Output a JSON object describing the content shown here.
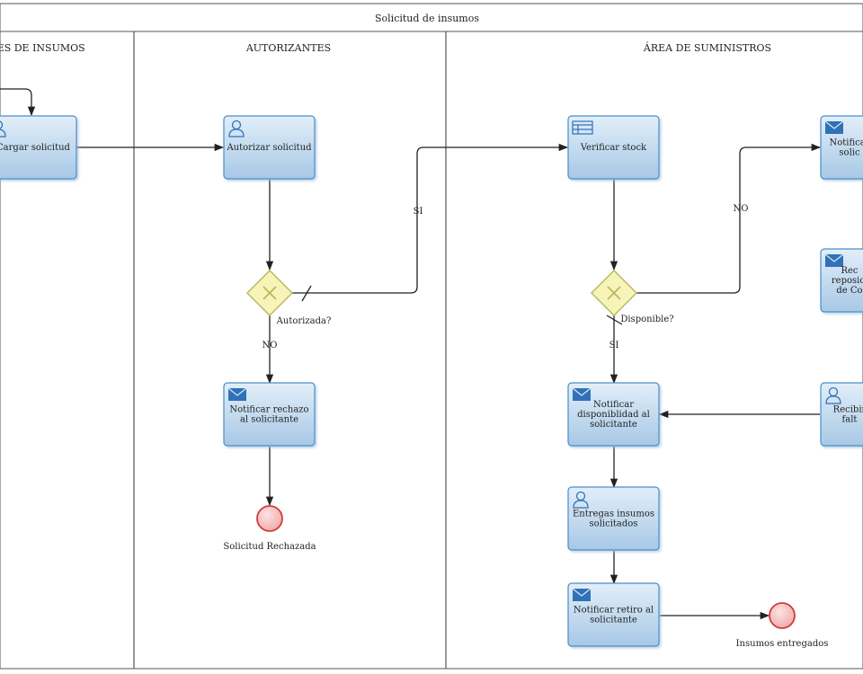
{
  "pool": {
    "title": "Solicitud de insumos"
  },
  "lanes": [
    {
      "id": "lane-solicitantes",
      "label": "TES DE INSUMOS"
    },
    {
      "id": "lane-autorizantes",
      "label": "AUTORIZANTES"
    },
    {
      "id": "lane-suministros",
      "label": "ÁREA DE SUMINISTROS"
    }
  ],
  "tasks": [
    {
      "id": "cargar-solicitud",
      "kind": "user",
      "lines": [
        "Cargar solicitud"
      ]
    },
    {
      "id": "autorizar-solicitud",
      "kind": "user",
      "lines": [
        "Autorizar solicitud"
      ]
    },
    {
      "id": "notificar-rechazo",
      "kind": "message",
      "lines": [
        "Notificar rechazo",
        "al solicitante"
      ]
    },
    {
      "id": "verificar-stock",
      "kind": "table",
      "lines": [
        "Verificar stock"
      ]
    },
    {
      "id": "notificar-solicitud",
      "kind": "message",
      "lines": [
        "Notificar",
        "solic"
      ]
    },
    {
      "id": "recibir-reposicion",
      "kind": "message",
      "lines": [
        "Rec",
        "reposici",
        "de Co"
      ]
    },
    {
      "id": "recibir-faltantes",
      "kind": "user",
      "lines": [
        "Recibir",
        "falt"
      ]
    },
    {
      "id": "notificar-disponibilidad",
      "kind": "message",
      "lines": [
        "Notificar",
        "disponiblidad al",
        "solicitante"
      ]
    },
    {
      "id": "entregas-insumos",
      "kind": "user",
      "lines": [
        "Entregas insumos",
        "solicitados"
      ]
    },
    {
      "id": "notificar-retiro",
      "kind": "message",
      "lines": [
        "Notificar retiro al",
        "solicitante"
      ]
    }
  ],
  "gateways": [
    {
      "id": "gw-autorizada",
      "label": "Autorizada?"
    },
    {
      "id": "gw-disponible",
      "label": "Disponible?"
    }
  ],
  "end_events": [
    {
      "id": "end-rechazada",
      "label": "Solicitud Rechazada"
    },
    {
      "id": "end-entregados",
      "label": "Insumos entregados"
    }
  ],
  "flow_labels": {
    "autorizada_si": "SI",
    "autorizada_no": "NO",
    "disponible_si": "SI",
    "disponible_no": "NO"
  },
  "colors": {
    "task_fill_top": "#ddeaf7",
    "task_fill_bottom": "#a9c9e6",
    "task_stroke": "#4a8fc8",
    "icon": "#2f72b8",
    "gateway_fill": "#f6f4b8",
    "gateway_stroke": "#b8b65a",
    "end_fill": "#f7c9c9",
    "end_stroke": "#d23b3b",
    "line": "#222222"
  }
}
